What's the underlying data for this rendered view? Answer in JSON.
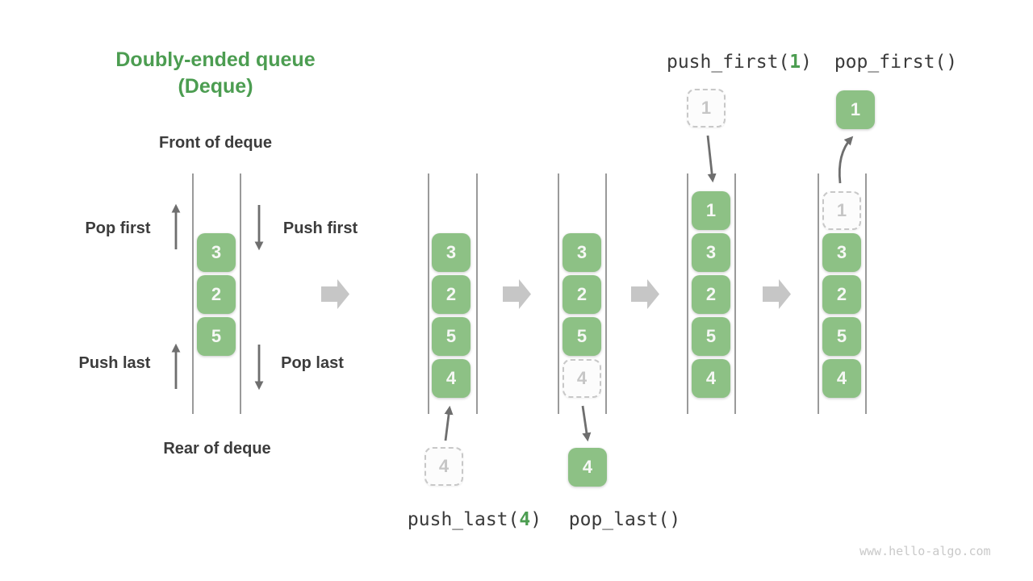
{
  "title": {
    "line1": "Doubly-ended queue",
    "line2": "(Deque)"
  },
  "labels": {
    "front": "Front of deque",
    "rear": "Rear of deque",
    "pop_first": "Pop first",
    "push_first": "Push first",
    "push_last": "Push last",
    "pop_last": "Pop last"
  },
  "operations": {
    "push_last": {
      "prefix": "push_last(",
      "arg": "4",
      "suffix": ")"
    },
    "pop_last": {
      "label": "pop_last()"
    },
    "push_first": {
      "prefix": "push_first(",
      "arg": "1",
      "suffix": ")"
    },
    "pop_first": {
      "label": "pop_first()"
    }
  },
  "deques": {
    "initial": {
      "cells": [
        "3",
        "2",
        "5"
      ]
    },
    "push_last_state": {
      "cells": [
        "3",
        "2",
        "5",
        "4"
      ],
      "incoming": "4"
    },
    "pop_last_state": {
      "cells": [
        "3",
        "2",
        "5"
      ],
      "ghost": "4",
      "outgoing": "4"
    },
    "push_first_state": {
      "cells": [
        "1",
        "3",
        "2",
        "5",
        "4"
      ],
      "incoming": "1"
    },
    "pop_first_state": {
      "cells": [
        "3",
        "2",
        "5",
        "4"
      ],
      "ghost": "1",
      "outgoing": "1"
    }
  },
  "icons": {
    "flow_arrows": "block-arrow-right-icon",
    "operation_arrows": "thin-arrow-icon"
  },
  "colors": {
    "accent_green": "#4c9d51",
    "cell_green": "#8dc185",
    "ghost_border": "#c8c8c8",
    "thin_arrow": "#6e6e6e",
    "block_arrow": "#c6c6c6",
    "text_dark": "#3c3c3c",
    "rail_gray": "#9a9a9a",
    "watermark_gray": "#c9c9c9"
  },
  "watermark": "www.hello-algo.com"
}
